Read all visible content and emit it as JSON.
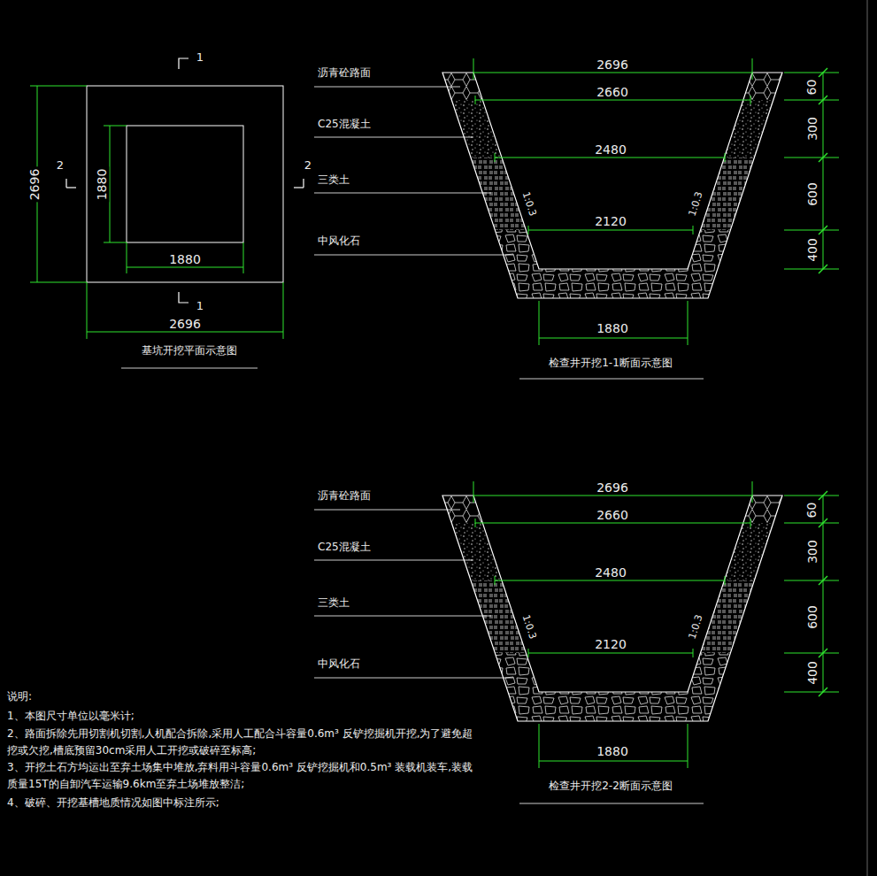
{
  "diagram": {
    "labels": [
      "1",
      "2",
      "2",
      "1",
      "2696",
      "1880",
      "1880",
      "2696",
      "基坑开挖平面示意图",
      "沥青砼路面",
      "C25混凝土",
      "三类土",
      "中风化石",
      "2696",
      "2660",
      "2480",
      "2120",
      "1880",
      "1:0.3",
      "1:0.3",
      "60",
      "300",
      "600",
      "400",
      "检查井开挖1-1断面示意图",
      "沥青砼路面",
      "C25混凝土",
      "三类土",
      "中风化石",
      "2696",
      "2660",
      "2480",
      "2120",
      "1880",
      "1:0.3",
      "1:0.3",
      "60",
      "300",
      "600",
      "400",
      "检查井开挖2-2断面示意图",
      "说明:",
      "1、本图尺寸单位以毫米计;",
      "2、路面拆除先用切割机切割,人机配合拆除,采用人工配合斗容量0.6m³ 反铲挖掘机开挖,为了避免超挖或欠挖,槽底预留30cm采用人工开挖或破碎至标高;",
      "3、开挖土石方均运出至弃土场集中堆放,弃料用斗容量0.6m³ 反铲挖掘机和0.5m³ 装载机装车,装载质量15T的自卸汽车运输9.6km至弃土场堆放整洁;",
      "4、破碎、开挖基槽地质情况如图中标注所示;"
    ]
  }
}
